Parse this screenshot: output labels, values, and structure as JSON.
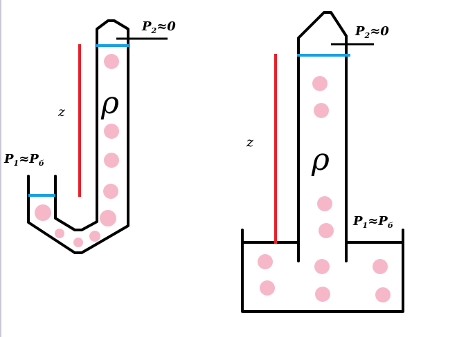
{
  "colors": {
    "wall": "#000000",
    "height_line": "#e8202a",
    "liquid_surface": "#1aa0e0",
    "particle": "#f6b8c8"
  },
  "left_diagram": {
    "pressure_top": {
      "symbol": "P",
      "subscript": "2",
      "relation": "≈",
      "value": "0"
    },
    "pressure_bottom": {
      "symbol": "P",
      "subscript": "1",
      "relation": "≈",
      "value": "P",
      "value_subscript": "б"
    },
    "height_label": "z",
    "density_label": "ρ"
  },
  "right_diagram": {
    "pressure_top": {
      "symbol": "P",
      "subscript": "2",
      "relation": "≈",
      "value": "0"
    },
    "pressure_bottom": {
      "symbol": "P",
      "subscript": "1",
      "relation": "≈",
      "value": "P",
      "value_subscript": "б"
    },
    "height_label": "z",
    "density_label": "ρ"
  }
}
